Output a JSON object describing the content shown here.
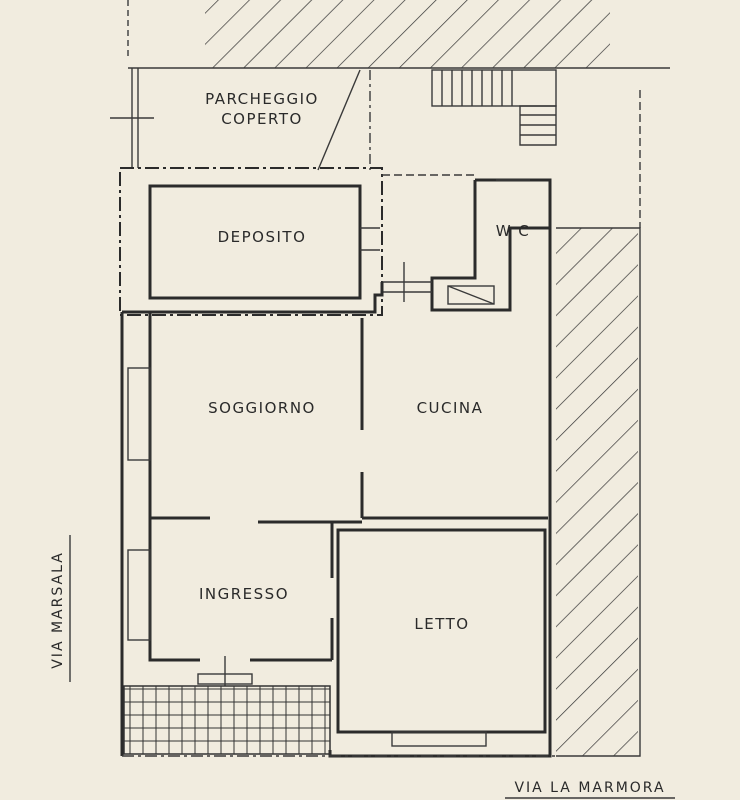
{
  "rooms": {
    "parking_line1": "PARCHEGGIO",
    "parking_line2": "COPERTO",
    "storage": "DEPOSITO",
    "wc": "W C",
    "living": "SOGGIORNO",
    "kitchen": "CUCINA",
    "entrance": "INGRESSO",
    "bedroom": "LETTO"
  },
  "streets": {
    "west": "VIA MARSALA",
    "south": "VIA LA MARMORA"
  },
  "colors": {
    "paper": "#f1ecdf",
    "ink": "#2b2b2b"
  }
}
